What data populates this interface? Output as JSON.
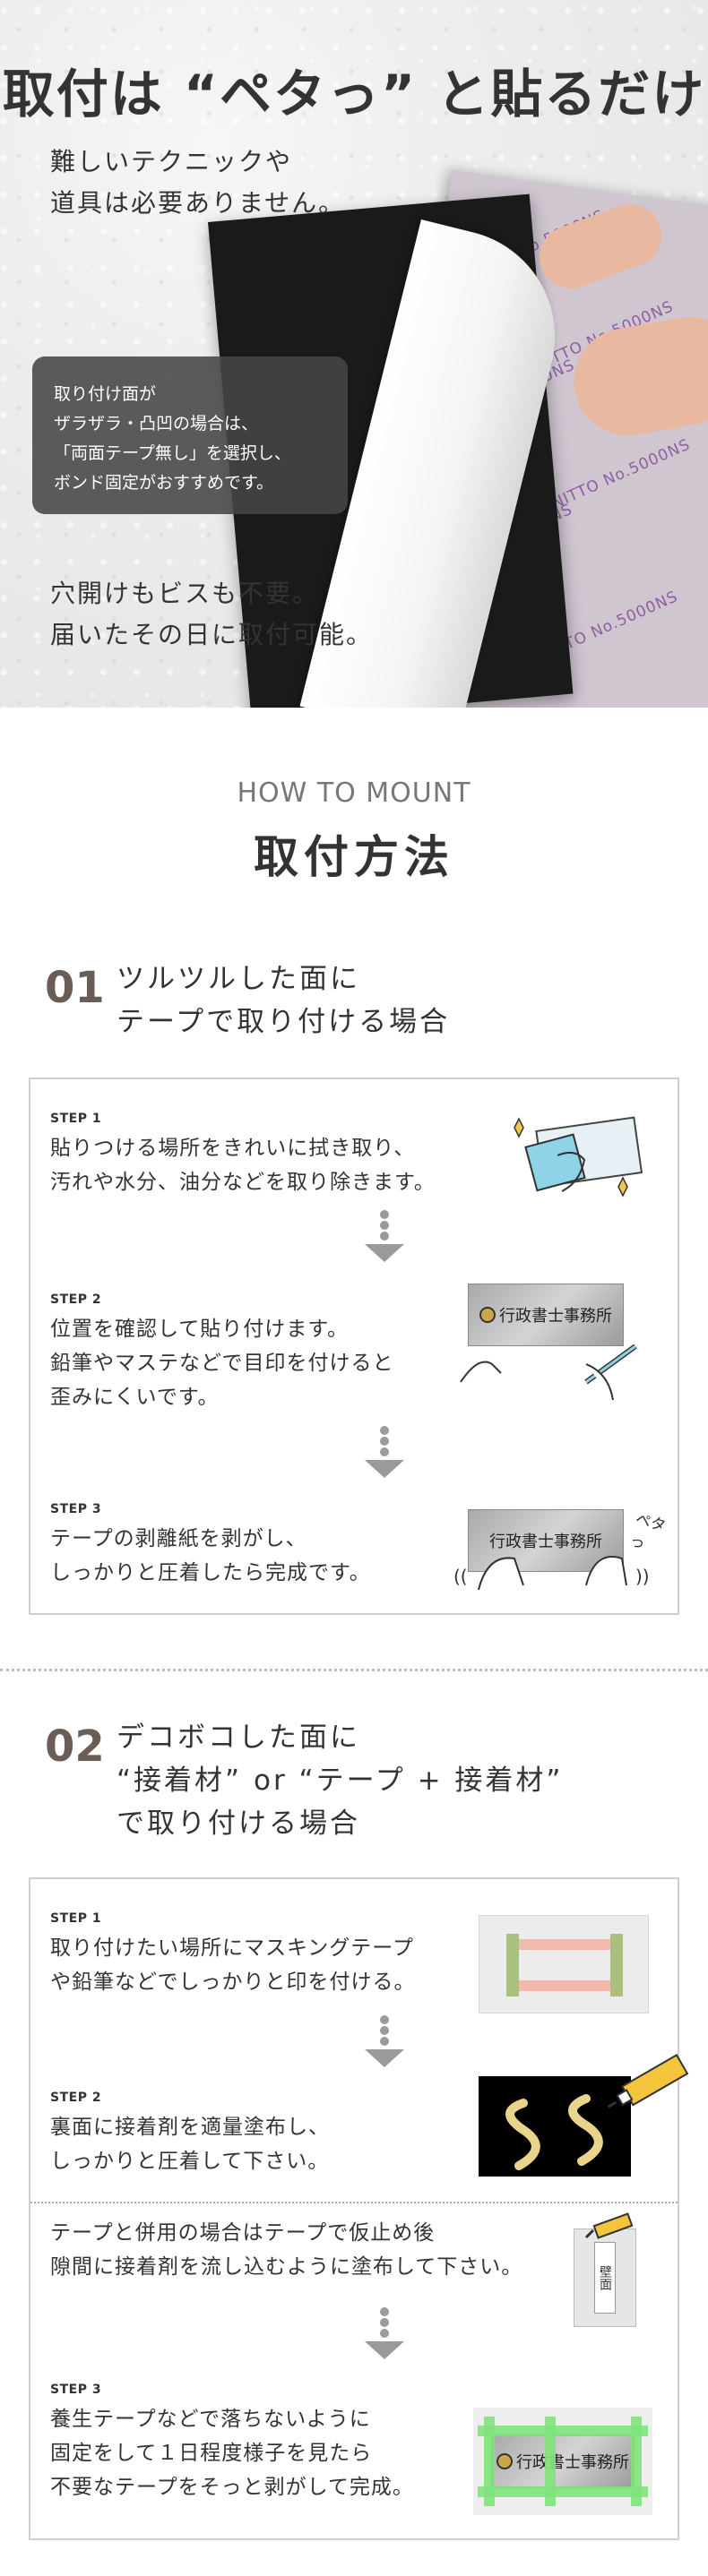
{
  "hero": {
    "title": "取付は “ペタっ” と貼るだけ",
    "sub1_line1": "難しいテクニックや",
    "sub1_line2": "道具は必要ありません。",
    "note_line1": "取り付け面が",
    "note_line2": "ザラザラ・凸凹の場合は、",
    "note_line3": "「両面テープ無し」を選択し、",
    "note_line4": "ボンド固定がおすすめです。",
    "sub2_line1": "穴開けもビスも不要。",
    "sub2_line2": "届いたその日に取付可能。",
    "sheet_print": "NITTO No.5000NS"
  },
  "section": {
    "en": "HOW TO MOUNT",
    "jp": "取付方法"
  },
  "case1": {
    "num": "01",
    "title_line1": "ツルツルした面に",
    "title_line2": "テープで取り付ける場合",
    "steps": [
      {
        "label": "STEP 1",
        "line1": "貼りつける場所をきれいに拭き取り、",
        "line2": "汚れや水分、油分などを取り除きます。",
        "line3": ""
      },
      {
        "label": "STEP 2",
        "line1": "位置を確認して貼り付けます。",
        "line2": "鉛筆やマステなどで目印を付けると",
        "line3": "歪みにくいです。"
      },
      {
        "label": "STEP 3",
        "line1": "テープの剥離紙を剥がし、",
        "line2": "しっかりと圧着したら完成です。",
        "line3": ""
      }
    ],
    "plate_text": "行政書士事務所",
    "peta_text": "ペタっ"
  },
  "case2": {
    "num": "02",
    "title_line1": "デコボコした面に",
    "title_line2": "“接着材” or “テープ + 接着材”",
    "title_line3": "で取り付ける場合",
    "steps": [
      {
        "label": "STEP 1",
        "line1": "取り付けたい場所にマスキングテープ",
        "line2": "や鉛筆などでしっかりと印を付ける。",
        "line3": ""
      },
      {
        "label": "STEP 2",
        "line1": "裏面に接着剤を適量塗布し、",
        "line2": "しっかりと圧着して下さい。",
        "line3": ""
      },
      {
        "label": "",
        "line1": "テープと併用の場合はテープで仮止め後",
        "line2": "隙間に接着剤を流し込むように塗布して下さい。",
        "line3": ""
      },
      {
        "label": "STEP 3",
        "line1": "養生テープなどで落ちないように",
        "line2": "固定をして１日程度様子を見たら",
        "line3": "不要なテープをそっと剥がして完成。"
      }
    ],
    "wall_label": "壁面",
    "plate_text": "行政書士事務所"
  },
  "colors": {
    "accent": "#6a5d55",
    "tape_green": "#7fe27a",
    "glue": "#e8d48a",
    "sheet": "#cfc6d0"
  }
}
